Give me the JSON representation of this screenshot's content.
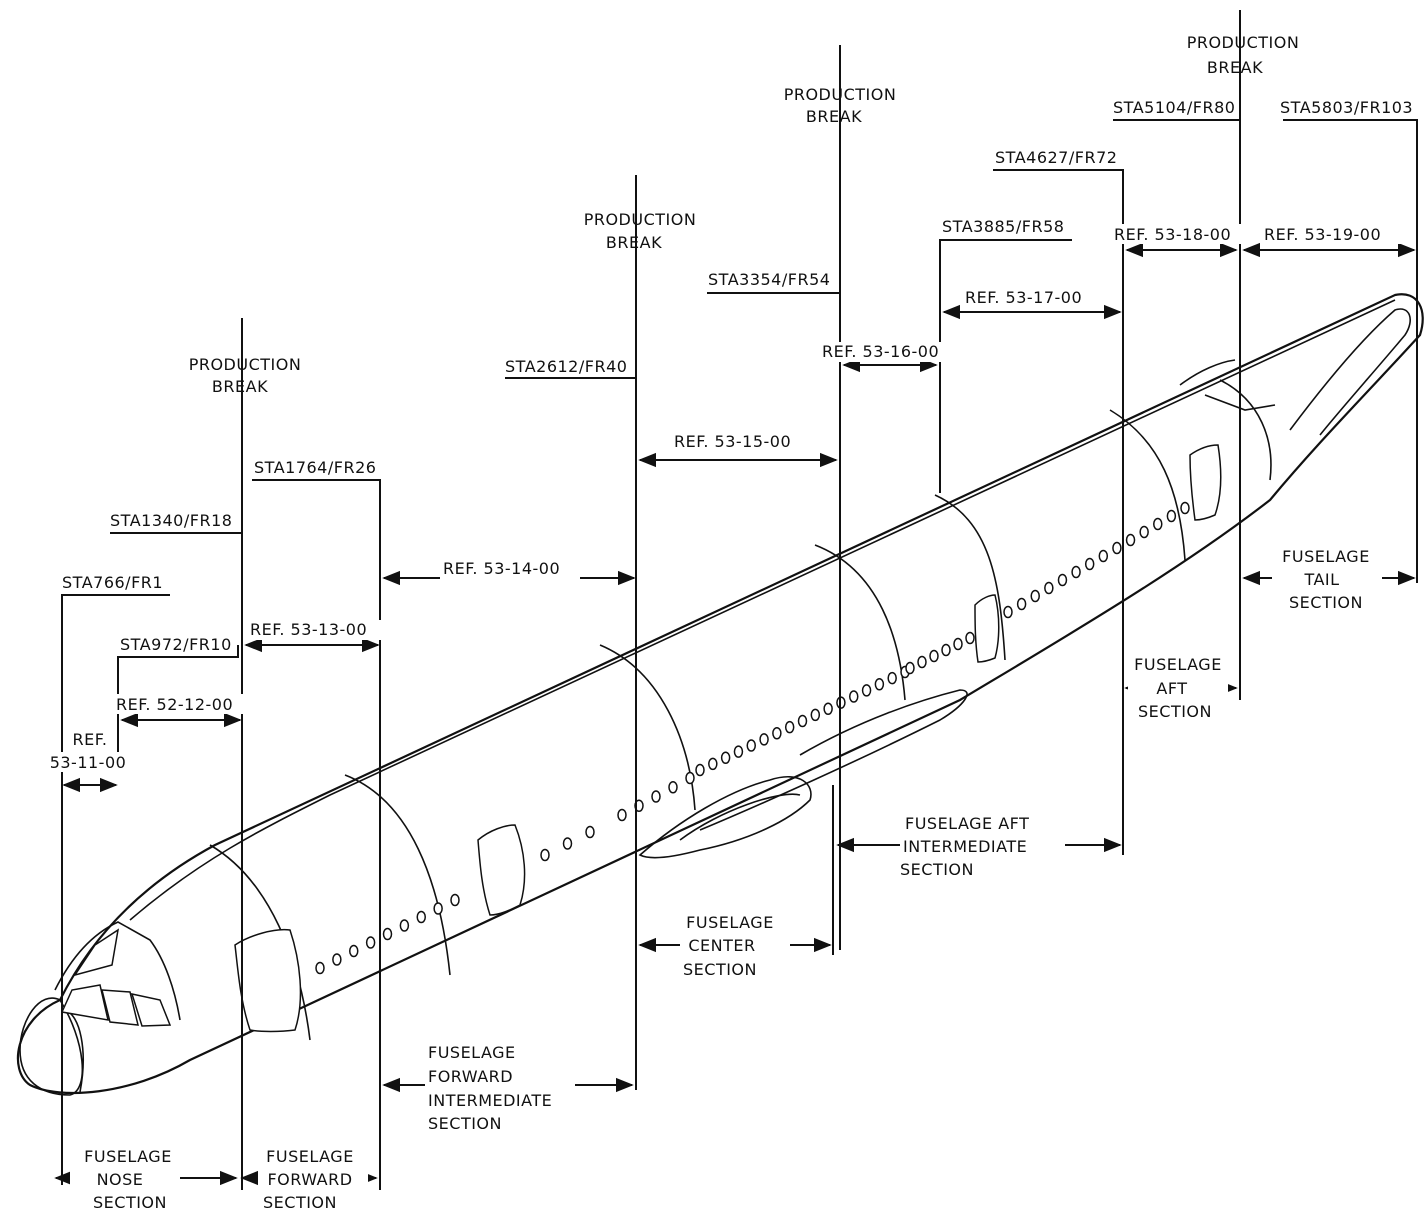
{
  "production_break": [
    "PRODUCTION",
    "BREAK"
  ],
  "stations": {
    "sta766": "STA766/FR1",
    "sta972": "STA972/FR10",
    "sta1340": "STA1340/FR18",
    "sta1764": "STA1764/FR26",
    "sta2612": "STA2612/FR40",
    "sta3354": "STA3354/FR54",
    "sta3885": "STA3885/FR58",
    "sta4627": "STA4627/FR72",
    "sta5104": "STA5104/FR80",
    "sta5803": "STA5803/FR103"
  },
  "refs": {
    "r11_a": "REF.",
    "r11_b": "53-11-00",
    "r12": "REF. 52-12-00",
    "r13": "REF. 53-13-00",
    "r14": "REF. 53-14-00",
    "r15": "REF. 53-15-00",
    "r16": "REF. 53-16-00",
    "r17": "REF. 53-17-00",
    "r18": "REF. 53-18-00",
    "r19": "REF. 53-19-00"
  },
  "sections": {
    "nose": [
      "FUSELAGE",
      "NOSE",
      "SECTION"
    ],
    "forward": [
      "FUSELAGE",
      "FORWARD",
      "SECTION"
    ],
    "fwd_intermediate": [
      "FUSELAGE",
      "FORWARD",
      "INTERMEDIATE",
      "SECTION"
    ],
    "center": [
      "FUSELAGE",
      "CENTER",
      "SECTION"
    ],
    "aft_intermediate": [
      "FUSELAGE AFT",
      "INTERMEDIATE",
      "SECTION"
    ],
    "aft": [
      "FUSELAGE",
      "AFT",
      "SECTION"
    ],
    "tail": [
      "FUSELAGE",
      "TAIL",
      "SECTION"
    ]
  }
}
